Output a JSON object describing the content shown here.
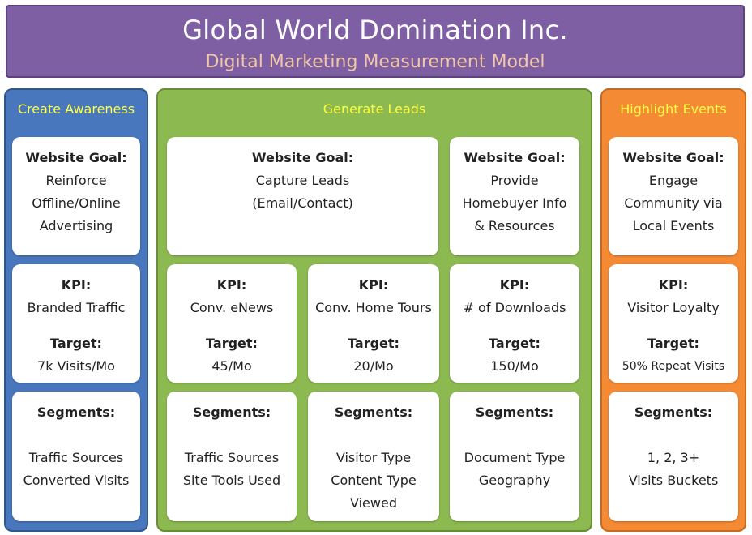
{
  "header": {
    "title": "Global World Domination Inc.",
    "subtitle": "Digital Marketing Measurement Model"
  },
  "columns": {
    "awareness": {
      "title": "Create Awareness",
      "goal": {
        "label": "Website Goal:",
        "lines": [
          "Reinforce",
          "Offline/Online",
          "Advertising"
        ]
      },
      "kpi": {
        "label": "KPI:",
        "value": "Branded Traffic",
        "target_label": "Target:",
        "target": "7k Visits/Mo"
      },
      "segments": {
        "label": "Segments:",
        "lines": [
          "Traffic Sources",
          "Converted Visits"
        ]
      }
    },
    "leads": {
      "title": "Generate Leads",
      "goal_a": {
        "label": "Website Goal:",
        "lines": [
          "Capture Leads",
          "(Email/Contact)"
        ]
      },
      "goal_b": {
        "label": "Website Goal:",
        "lines": [
          "Provide",
          "Homebuyer Info",
          "& Resources"
        ]
      },
      "kpi_1": {
        "label": "KPI:",
        "value": "Conv. eNews",
        "target_label": "Target:",
        "target": "45/Mo"
      },
      "kpi_2": {
        "label": "KPI:",
        "value": "Conv. Home Tours",
        "target_label": "Target:",
        "target": "20/Mo"
      },
      "kpi_3": {
        "label": "KPI:",
        "value": "# of Downloads",
        "target_label": "Target:",
        "target": "150/Mo"
      },
      "seg_1": {
        "label": "Segments:",
        "lines": [
          "Traffic Sources",
          "Site Tools Used"
        ]
      },
      "seg_2": {
        "label": "Segments:",
        "lines": [
          "Visitor Type",
          "Content Type",
          "Viewed"
        ]
      },
      "seg_3": {
        "label": "Segments:",
        "lines": [
          "Document Type",
          "Geography"
        ]
      }
    },
    "events": {
      "title": "Highlight Events",
      "goal": {
        "label": "Website Goal:",
        "lines": [
          "Engage",
          "Community via",
          "Local Events"
        ]
      },
      "kpi": {
        "label": "KPI:",
        "value": "Visitor Loyalty",
        "target_label": "Target:",
        "target": "50% Repeat Visits"
      },
      "segments": {
        "label": "Segments:",
        "lines": [
          "1, 2, 3+",
          "Visits Buckets"
        ]
      }
    }
  },
  "colors": {
    "header": "#7f5fa3",
    "awareness": "#4877bd",
    "leads": "#8db951",
    "events": "#f58a34",
    "column_title": "#ffff44"
  }
}
